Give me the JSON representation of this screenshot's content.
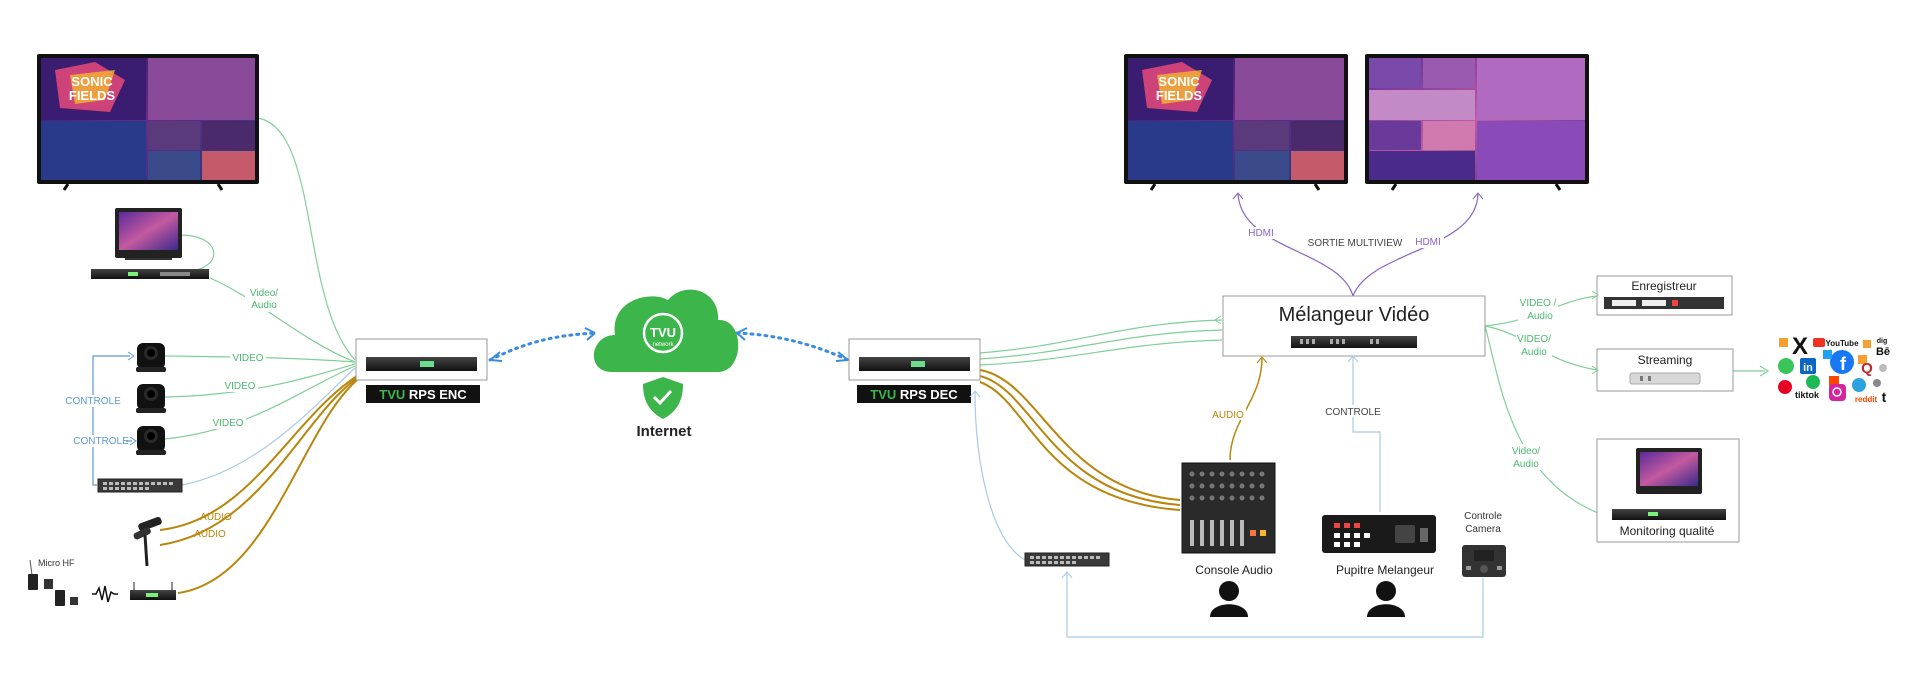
{
  "labels": {
    "video_audio_1": [
      "Video/",
      "Audio"
    ],
    "video_1": "VIDEO",
    "video_2": "VIDEO",
    "video_3": "VIDEO",
    "controle_1": "CONTROLE",
    "controle_2": "CONTROLE",
    "audio_1": "AUDIO",
    "audio_2": "AUDIO",
    "micro_hf": "Micro HF",
    "hdmi_left": "HDMI",
    "hdmi_right": "HDMI",
    "sortie_multiview": "SORTIE MULTIVIEW",
    "audio_mixer": "AUDIO",
    "controle_switcher": "CONTROLE",
    "video_audio_rec": [
      "VIDEO /",
      "Audio"
    ],
    "video_audio_stream": [
      "VIDEO/",
      "Audio"
    ],
    "video_audio_mon": [
      "Video/",
      "Audio"
    ]
  },
  "encoder": {
    "brand": "TVU",
    "model": "RPS ENC"
  },
  "decoder": {
    "brand": "TVU",
    "model": "RPS DEC"
  },
  "cloud": {
    "logo_text": "TVU",
    "logo_sub": "network",
    "label": "Internet"
  },
  "switcher": {
    "title": "Mélangeur Vidéo"
  },
  "outputs": {
    "recorder": "Enregistreur",
    "streaming": "Streaming",
    "monitoring": "Monitoring qualité"
  },
  "equipment": {
    "console_audio": "Console Audio",
    "pupitre": "Pupitre Melangeur",
    "controle_camera": [
      "Controle",
      "Camera"
    ]
  },
  "poster": {
    "line1": "SONIC",
    "line2": "FIELDS"
  },
  "social": [
    "X",
    "YouTube",
    "dig",
    "Bē",
    "in",
    "f",
    "Q",
    "tiktok",
    "reddit",
    "t"
  ],
  "colors": {
    "green": "#5dc47f",
    "blue": "#5b9bd5",
    "gold": "#b8860b",
    "purple": "#8a63c9",
    "cloud": "#3cb54a",
    "dark": "#1a1a1a"
  }
}
